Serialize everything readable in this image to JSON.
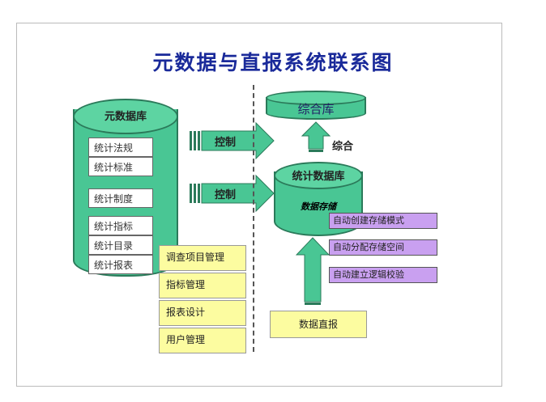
{
  "title": "元数据与直报系统联系图",
  "metadata_db": {
    "label": "元数据库",
    "items_group1": [
      "统计法规",
      "统计标准"
    ],
    "items_group2": [
      "统计制度"
    ],
    "items_group3": [
      "统计指标",
      "统计目录",
      "统计报表"
    ]
  },
  "control_arrows": [
    "控制",
    "控制"
  ],
  "management": [
    "调查项目管理",
    "指标管理",
    "报表设计",
    "用户管理"
  ],
  "summary_db": {
    "label": "综合库"
  },
  "summary_arrow": {
    "label": "综合"
  },
  "stat_db": {
    "label": "统计数据库",
    "sub": "数据存储"
  },
  "auto_tasks": [
    "自动创建存储模式",
    "自动分配存储空间",
    "自动建立逻辑校验"
  ],
  "direct_report": {
    "label": "数据直报"
  },
  "colors": {
    "green": "#49c694",
    "yellow": "#fcfca0",
    "purple": "#c9a0f0",
    "title": "#1a2a9a"
  }
}
